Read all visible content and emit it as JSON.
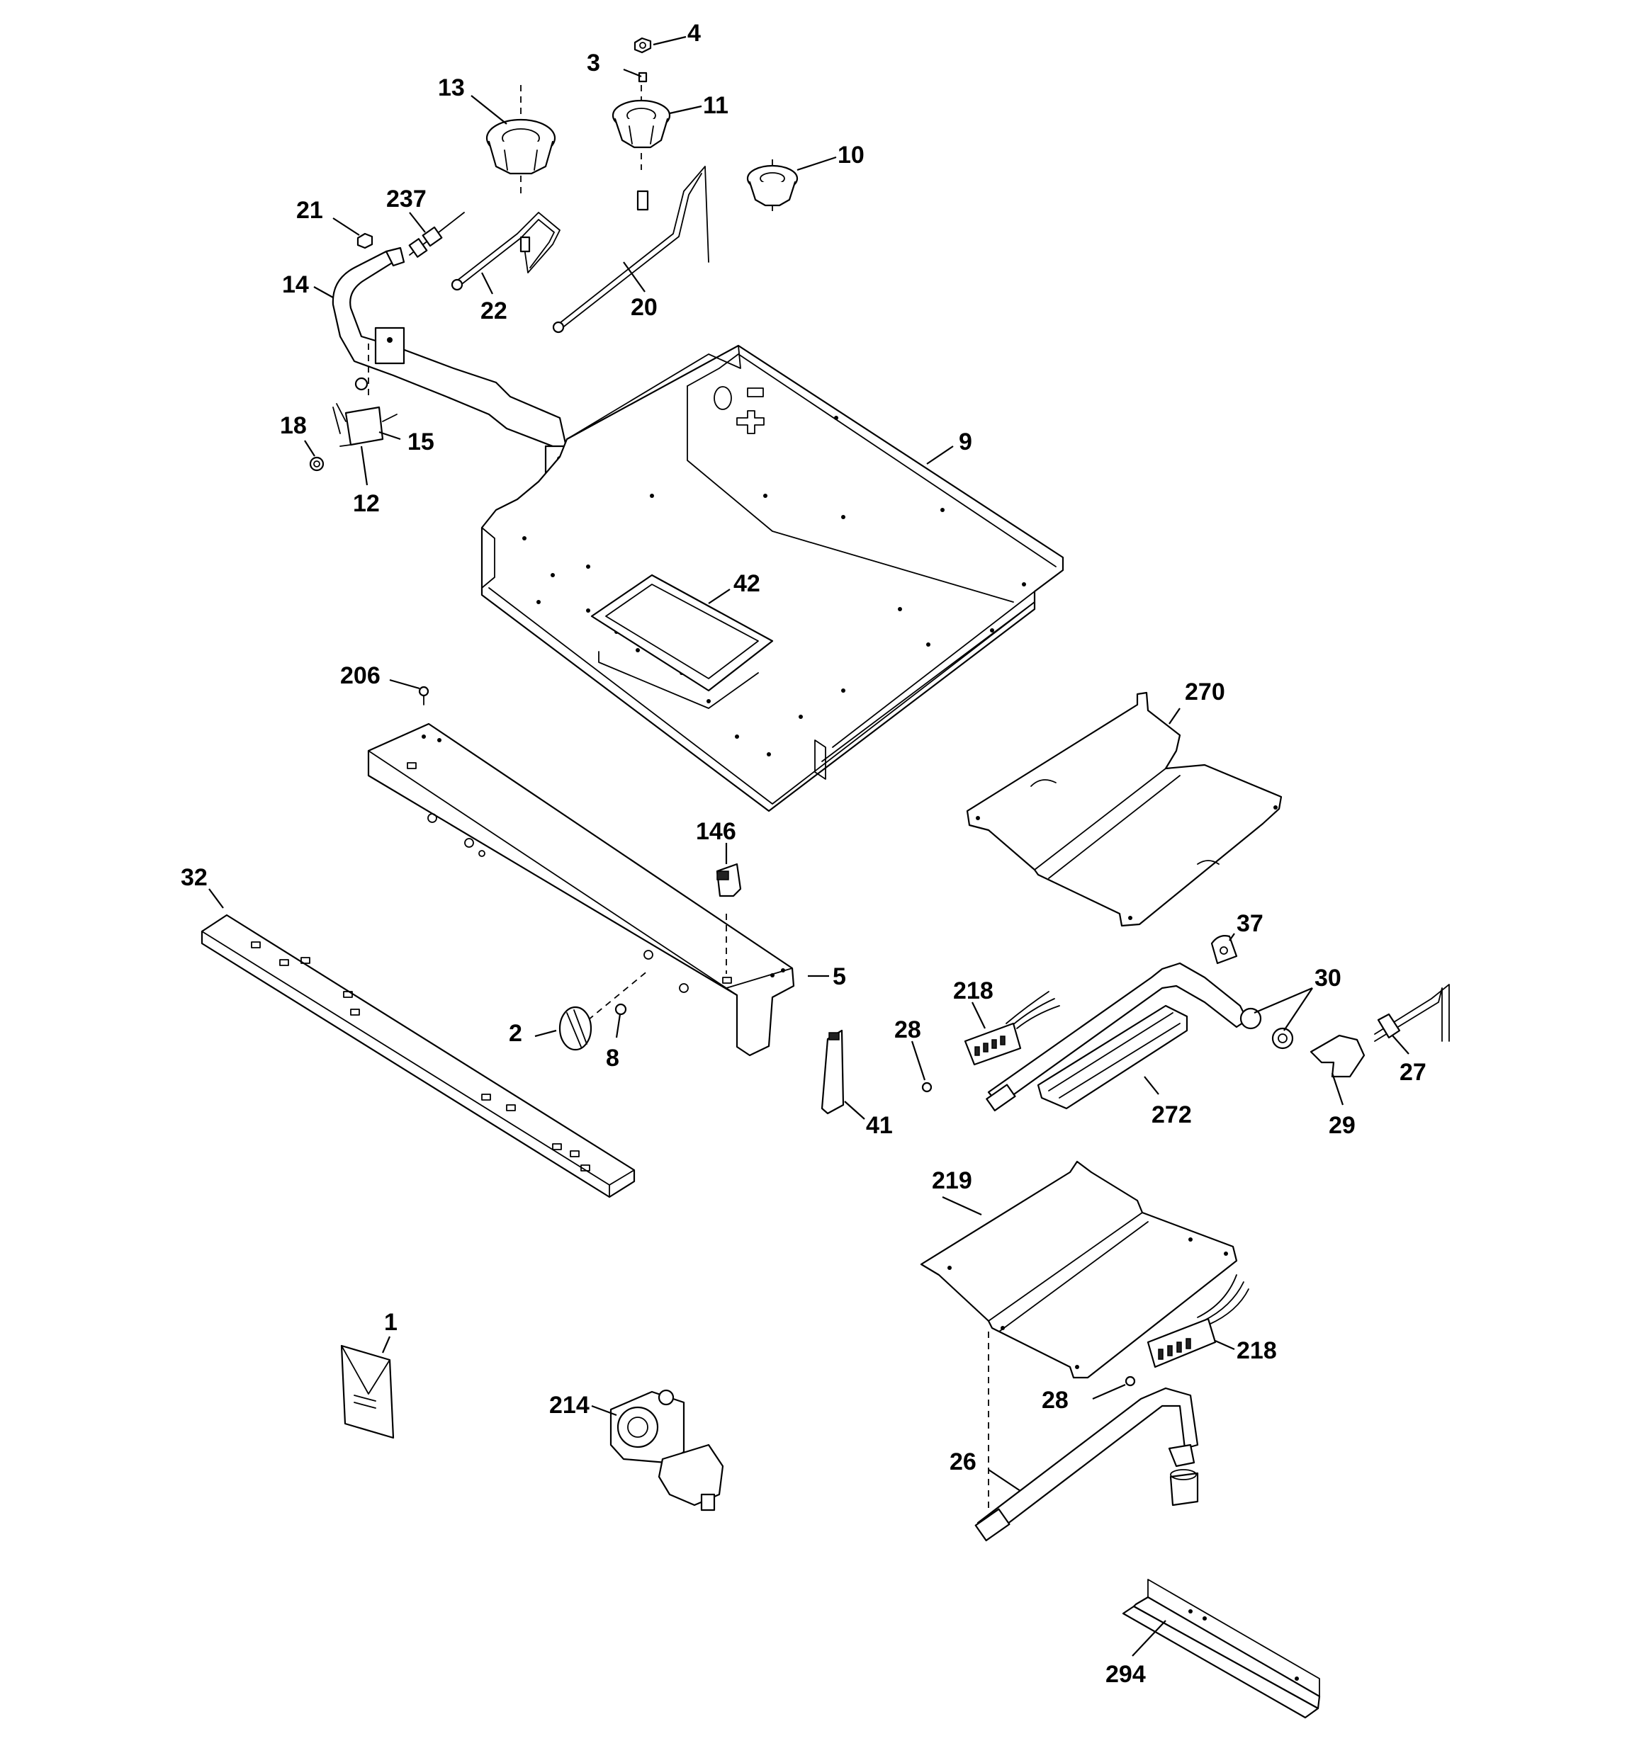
{
  "callouts": [
    {
      "id": "c4",
      "label": "4"
    },
    {
      "id": "c3",
      "label": "3"
    },
    {
      "id": "c13",
      "label": "13"
    },
    {
      "id": "c11",
      "label": "11"
    },
    {
      "id": "c10",
      "label": "10"
    },
    {
      "id": "c21",
      "label": "21"
    },
    {
      "id": "c237",
      "label": "237"
    },
    {
      "id": "c14",
      "label": "14"
    },
    {
      "id": "c22",
      "label": "22"
    },
    {
      "id": "c20",
      "label": "20"
    },
    {
      "id": "c18",
      "label": "18"
    },
    {
      "id": "c15",
      "label": "15"
    },
    {
      "id": "c12",
      "label": "12"
    },
    {
      "id": "c9",
      "label": "9"
    },
    {
      "id": "c42",
      "label": "42"
    },
    {
      "id": "c206",
      "label": "206"
    },
    {
      "id": "c270",
      "label": "270"
    },
    {
      "id": "c146",
      "label": "146"
    },
    {
      "id": "c32",
      "label": "32"
    },
    {
      "id": "c5",
      "label": "5"
    },
    {
      "id": "c37",
      "label": "37"
    },
    {
      "id": "c30",
      "label": "30"
    },
    {
      "id": "c218a",
      "label": "218"
    },
    {
      "id": "c28a",
      "label": "28"
    },
    {
      "id": "c2",
      "label": "2"
    },
    {
      "id": "c8",
      "label": "8"
    },
    {
      "id": "c27",
      "label": "27"
    },
    {
      "id": "c41",
      "label": "41"
    },
    {
      "id": "c272",
      "label": "272"
    },
    {
      "id": "c29",
      "label": "29"
    },
    {
      "id": "c219",
      "label": "219"
    },
    {
      "id": "c1",
      "label": "1"
    },
    {
      "id": "c218b",
      "label": "218"
    },
    {
      "id": "c214",
      "label": "214"
    },
    {
      "id": "c28b",
      "label": "28"
    },
    {
      "id": "c26",
      "label": "26"
    },
    {
      "id": "c294",
      "label": "294"
    }
  ]
}
